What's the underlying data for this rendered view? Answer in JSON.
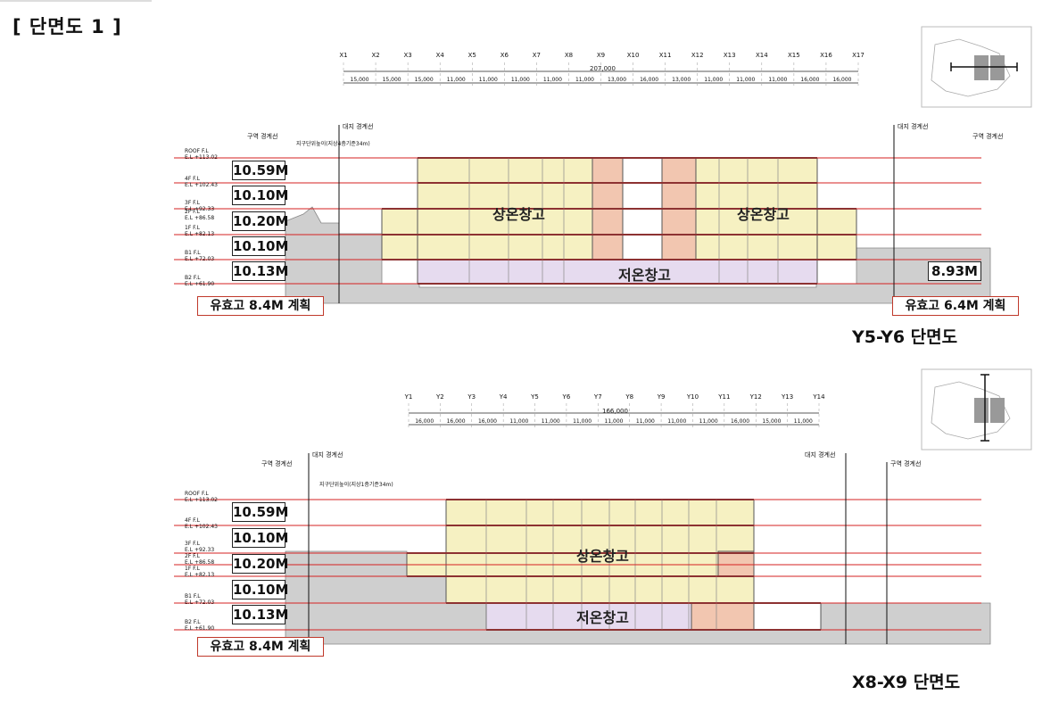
{
  "page_title": "[ 단면도 1 ]",
  "colors": {
    "upper": "#f6f1c2",
    "upper_border": "#c9b25a",
    "lower": "#e7dcf0",
    "core": "#f3c9b6",
    "ground": "#c8c8c8",
    "level_line": "#d62020"
  },
  "section1": {
    "title": "Y5-Y6 단면도",
    "grid_labels": [
      "X1",
      "X2",
      "X3",
      "X4",
      "X5",
      "X6",
      "X7",
      "X8",
      "X9",
      "X10",
      "X11",
      "X12",
      "X13",
      "X14",
      "X15",
      "X16",
      "X17"
    ],
    "total_dim": "207,000",
    "dims": [
      "15,000",
      "15,000",
      "15,000",
      "11,000",
      "11,000",
      "11,000",
      "11,000",
      "11,000",
      "13,000",
      "16,000",
      "13,000",
      "11,000",
      "11,000",
      "11,000",
      "16,000",
      "16,000"
    ],
    "boundary_left": "대지 경계선",
    "boundary_right": "대지 경계선",
    "zone_left": "구역 경계선",
    "zone_right": "구역 경계선",
    "height_note": "지구단위높이(지상4층기준34m)",
    "levels": [
      {
        "name": "ROOF F.L",
        "el": "E.L +113.02"
      },
      {
        "name": "4F F.L",
        "el": "E.L +102.43"
      },
      {
        "name": "3F F.L",
        "el": "E.L +92.33"
      },
      {
        "name": "2F F.L",
        "el": "E.L +86.58"
      },
      {
        "name": "1F F.L",
        "el": "E.L +82.13"
      },
      {
        "name": "B1 F.L",
        "el": "E.L +72.03"
      },
      {
        "name": "B2 F.L",
        "el": "E.L +61.90"
      }
    ],
    "floor_heights": [
      "10.59M",
      "10.10M",
      "10.20M",
      "10.10M",
      "10.13M"
    ],
    "label_upper_left": "상온창고",
    "label_upper_right": "상온창고",
    "label_lower": "저온창고",
    "right_height": "8.93M",
    "left_plan": "유효고 8.4M 계획",
    "right_plan": "유효고 6.4M 계획"
  },
  "section2": {
    "title": "X8-X9 단면도",
    "grid_labels": [
      "Y1",
      "Y2",
      "Y3",
      "Y4",
      "Y5",
      "Y6",
      "Y7",
      "Y8",
      "Y9",
      "Y10",
      "Y11",
      "Y12",
      "Y13",
      "Y14"
    ],
    "total_dim": "166,000",
    "dims": [
      "16,000",
      "16,000",
      "16,000",
      "11,000",
      "11,000",
      "11,000",
      "11,000",
      "11,000",
      "11,000",
      "11,000",
      "16,000",
      "15,000",
      "11,000"
    ],
    "boundary_left": "대지 경계선",
    "boundary_right": "대지 경계선",
    "zone_left": "구역 경계선",
    "zone_right": "구역 경계선",
    "height_note": "지구단위높이(지상1층기준34m)",
    "levels": [
      {
        "name": "ROOF F.L",
        "el": "E.L +113.02"
      },
      {
        "name": "4F F.L",
        "el": "E.L +102.43"
      },
      {
        "name": "3F F.L",
        "el": "E.L +92.33"
      },
      {
        "name": "2F F.L",
        "el": "E.L +86.58"
      },
      {
        "name": "1F F.L",
        "el": "E.L +82.13"
      },
      {
        "name": "B1 F.L",
        "el": "E.L +72.03"
      },
      {
        "name": "B2 F.L",
        "el": "E.L +61.90"
      }
    ],
    "floor_heights": [
      "10.59M",
      "10.10M",
      "10.20M",
      "10.10M",
      "10.13M"
    ],
    "label_upper": "상온창고",
    "label_lower": "저온창고",
    "left_plan": "유효고 8.4M 계획"
  }
}
